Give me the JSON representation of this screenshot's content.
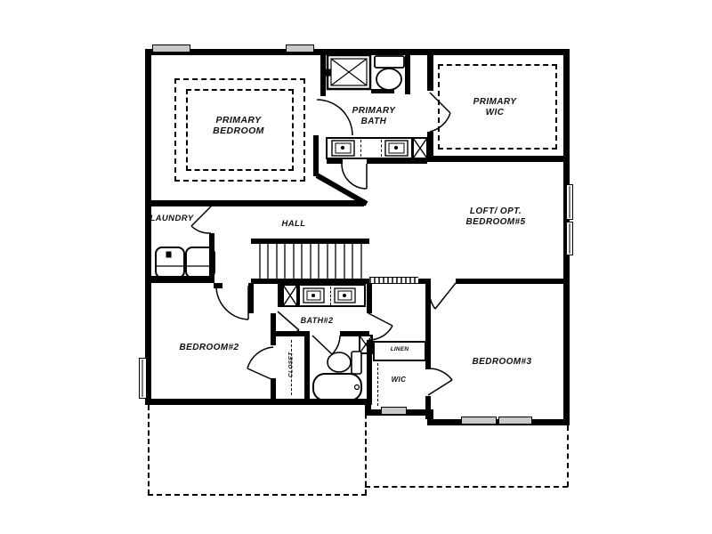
{
  "plan": {
    "rooms": [
      {
        "id": "primary-bedroom",
        "lines": [
          "PRIMARY",
          "BEDROOM"
        ]
      },
      {
        "id": "primary-bath",
        "lines": [
          "PRIMARY",
          "BATH"
        ]
      },
      {
        "id": "primary-wic",
        "lines": [
          "PRIMARY",
          "WIC"
        ]
      },
      {
        "id": "laundry",
        "lines": [
          "LAUNDRY"
        ]
      },
      {
        "id": "hall",
        "lines": [
          "HALL"
        ]
      },
      {
        "id": "loft",
        "lines": [
          "LOFT/ OPT.",
          "BEDROOM#5"
        ]
      },
      {
        "id": "bedroom-2",
        "lines": [
          "BEDROOM#2"
        ]
      },
      {
        "id": "bath-2",
        "lines": [
          "BATH#2"
        ]
      },
      {
        "id": "closet",
        "lines": [
          "CLOSET"
        ]
      },
      {
        "id": "linen",
        "lines": [
          "LINEN"
        ]
      },
      {
        "id": "wic",
        "lines": [
          "WIC"
        ]
      },
      {
        "id": "bedroom-3",
        "lines": [
          "BEDROOM#3"
        ]
      }
    ],
    "fixtures": [
      "shower",
      "toilet",
      "double-vanity",
      "linen-cabinet",
      "washer",
      "dryer",
      "staircase",
      "bathtub",
      "closet-rod",
      "tray-ceiling",
      "wic-shelving",
      "windows",
      "railing"
    ],
    "colors": {
      "wall": "#000000",
      "background": "#ffffff",
      "window_fill": "#c9c9c9"
    }
  }
}
